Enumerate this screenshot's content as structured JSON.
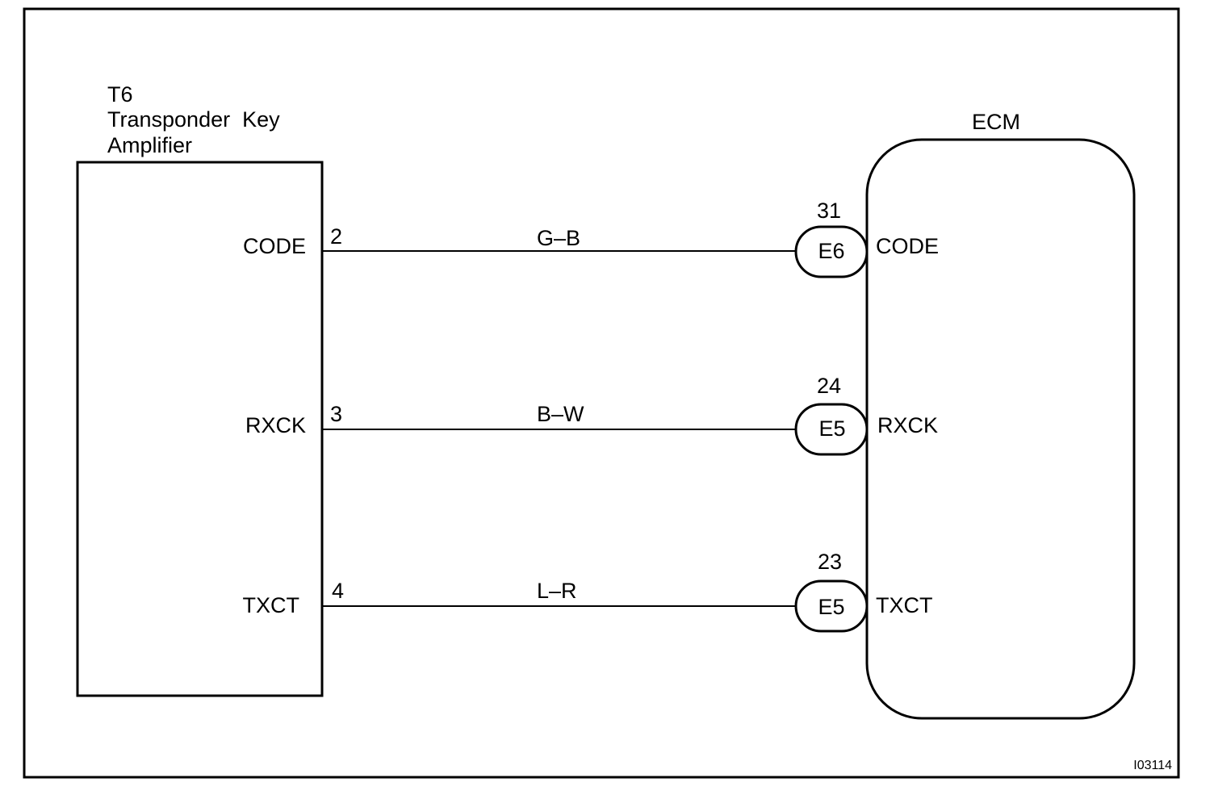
{
  "left_component": {
    "id": "T6",
    "name_line1": "Transponder  Key",
    "name_line2": "Amplifier",
    "pins": [
      {
        "label": "CODE",
        "number": "2"
      },
      {
        "label": "RXCK",
        "number": "3"
      },
      {
        "label": "TXCT",
        "number": "4"
      }
    ]
  },
  "right_component": {
    "name": "ECM",
    "pins": [
      {
        "label": "CODE",
        "number": "31",
        "connector": "E6"
      },
      {
        "label": "RXCK",
        "number": "24",
        "connector": "E5"
      },
      {
        "label": "TXCT",
        "number": "23",
        "connector": "E5"
      }
    ]
  },
  "wires": [
    {
      "color": "G–B"
    },
    {
      "color": "B–W"
    },
    {
      "color": "L–R"
    }
  ],
  "figure_id": "I03114"
}
